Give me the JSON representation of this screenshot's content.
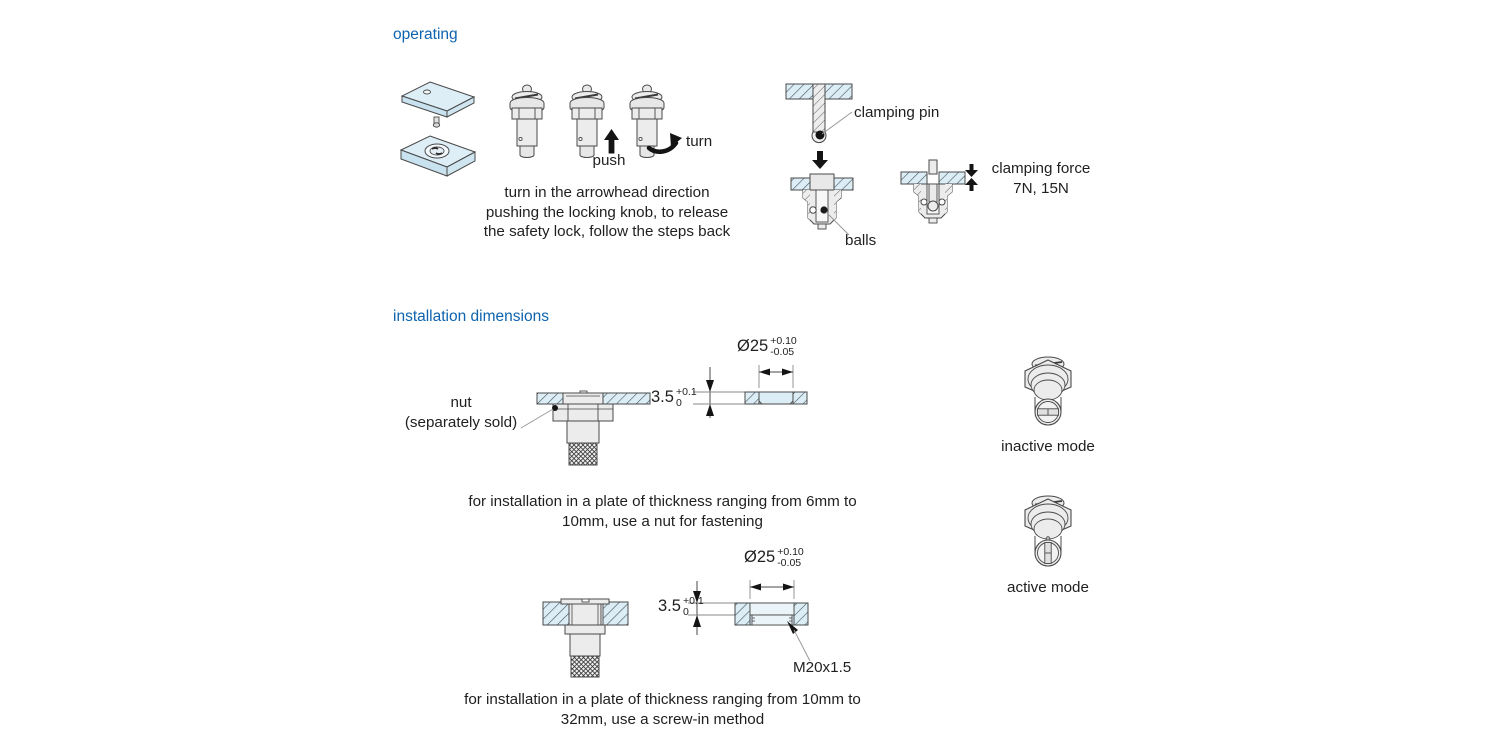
{
  "colors": {
    "heading_blue": "#0d63af",
    "body_text": "#1f1f1f",
    "plate_light_blue": "#dcedf6",
    "metal_gray": "#ececec",
    "outline": "#4a4a4a"
  },
  "operating": {
    "heading": "operating",
    "push_label": "push",
    "turn_label": "turn",
    "caption": [
      "turn in the arrowhead direction",
      "pushing the locking knob, to release",
      "the safety lock, follow the steps back"
    ],
    "clamping_pin_label": "clamping pin",
    "balls_label": "balls",
    "clamping_force_line1": "clamping force",
    "clamping_force_line2": "7N, 15N"
  },
  "installation": {
    "heading": "installation dimensions",
    "nut_label_line1": "nut",
    "nut_label_line2": "(separately sold)",
    "dia": "Ø25",
    "dia_plus": "+0.10",
    "dia_minus": "-0.05",
    "depth": "3.5",
    "depth_plus": "+0.1",
    "depth_minus": "0",
    "thread_label": "M20x1.5",
    "caption_nut": [
      "for installation in a plate of thickness ranging from 6mm to",
      "10mm, use a nut for fastening"
    ],
    "caption_screw": [
      "for installation in a plate of thickness ranging from 10mm to",
      "32mm, use a screw-in method"
    ]
  },
  "modes": {
    "inactive_label": "inactive mode",
    "active_label": "active mode"
  }
}
